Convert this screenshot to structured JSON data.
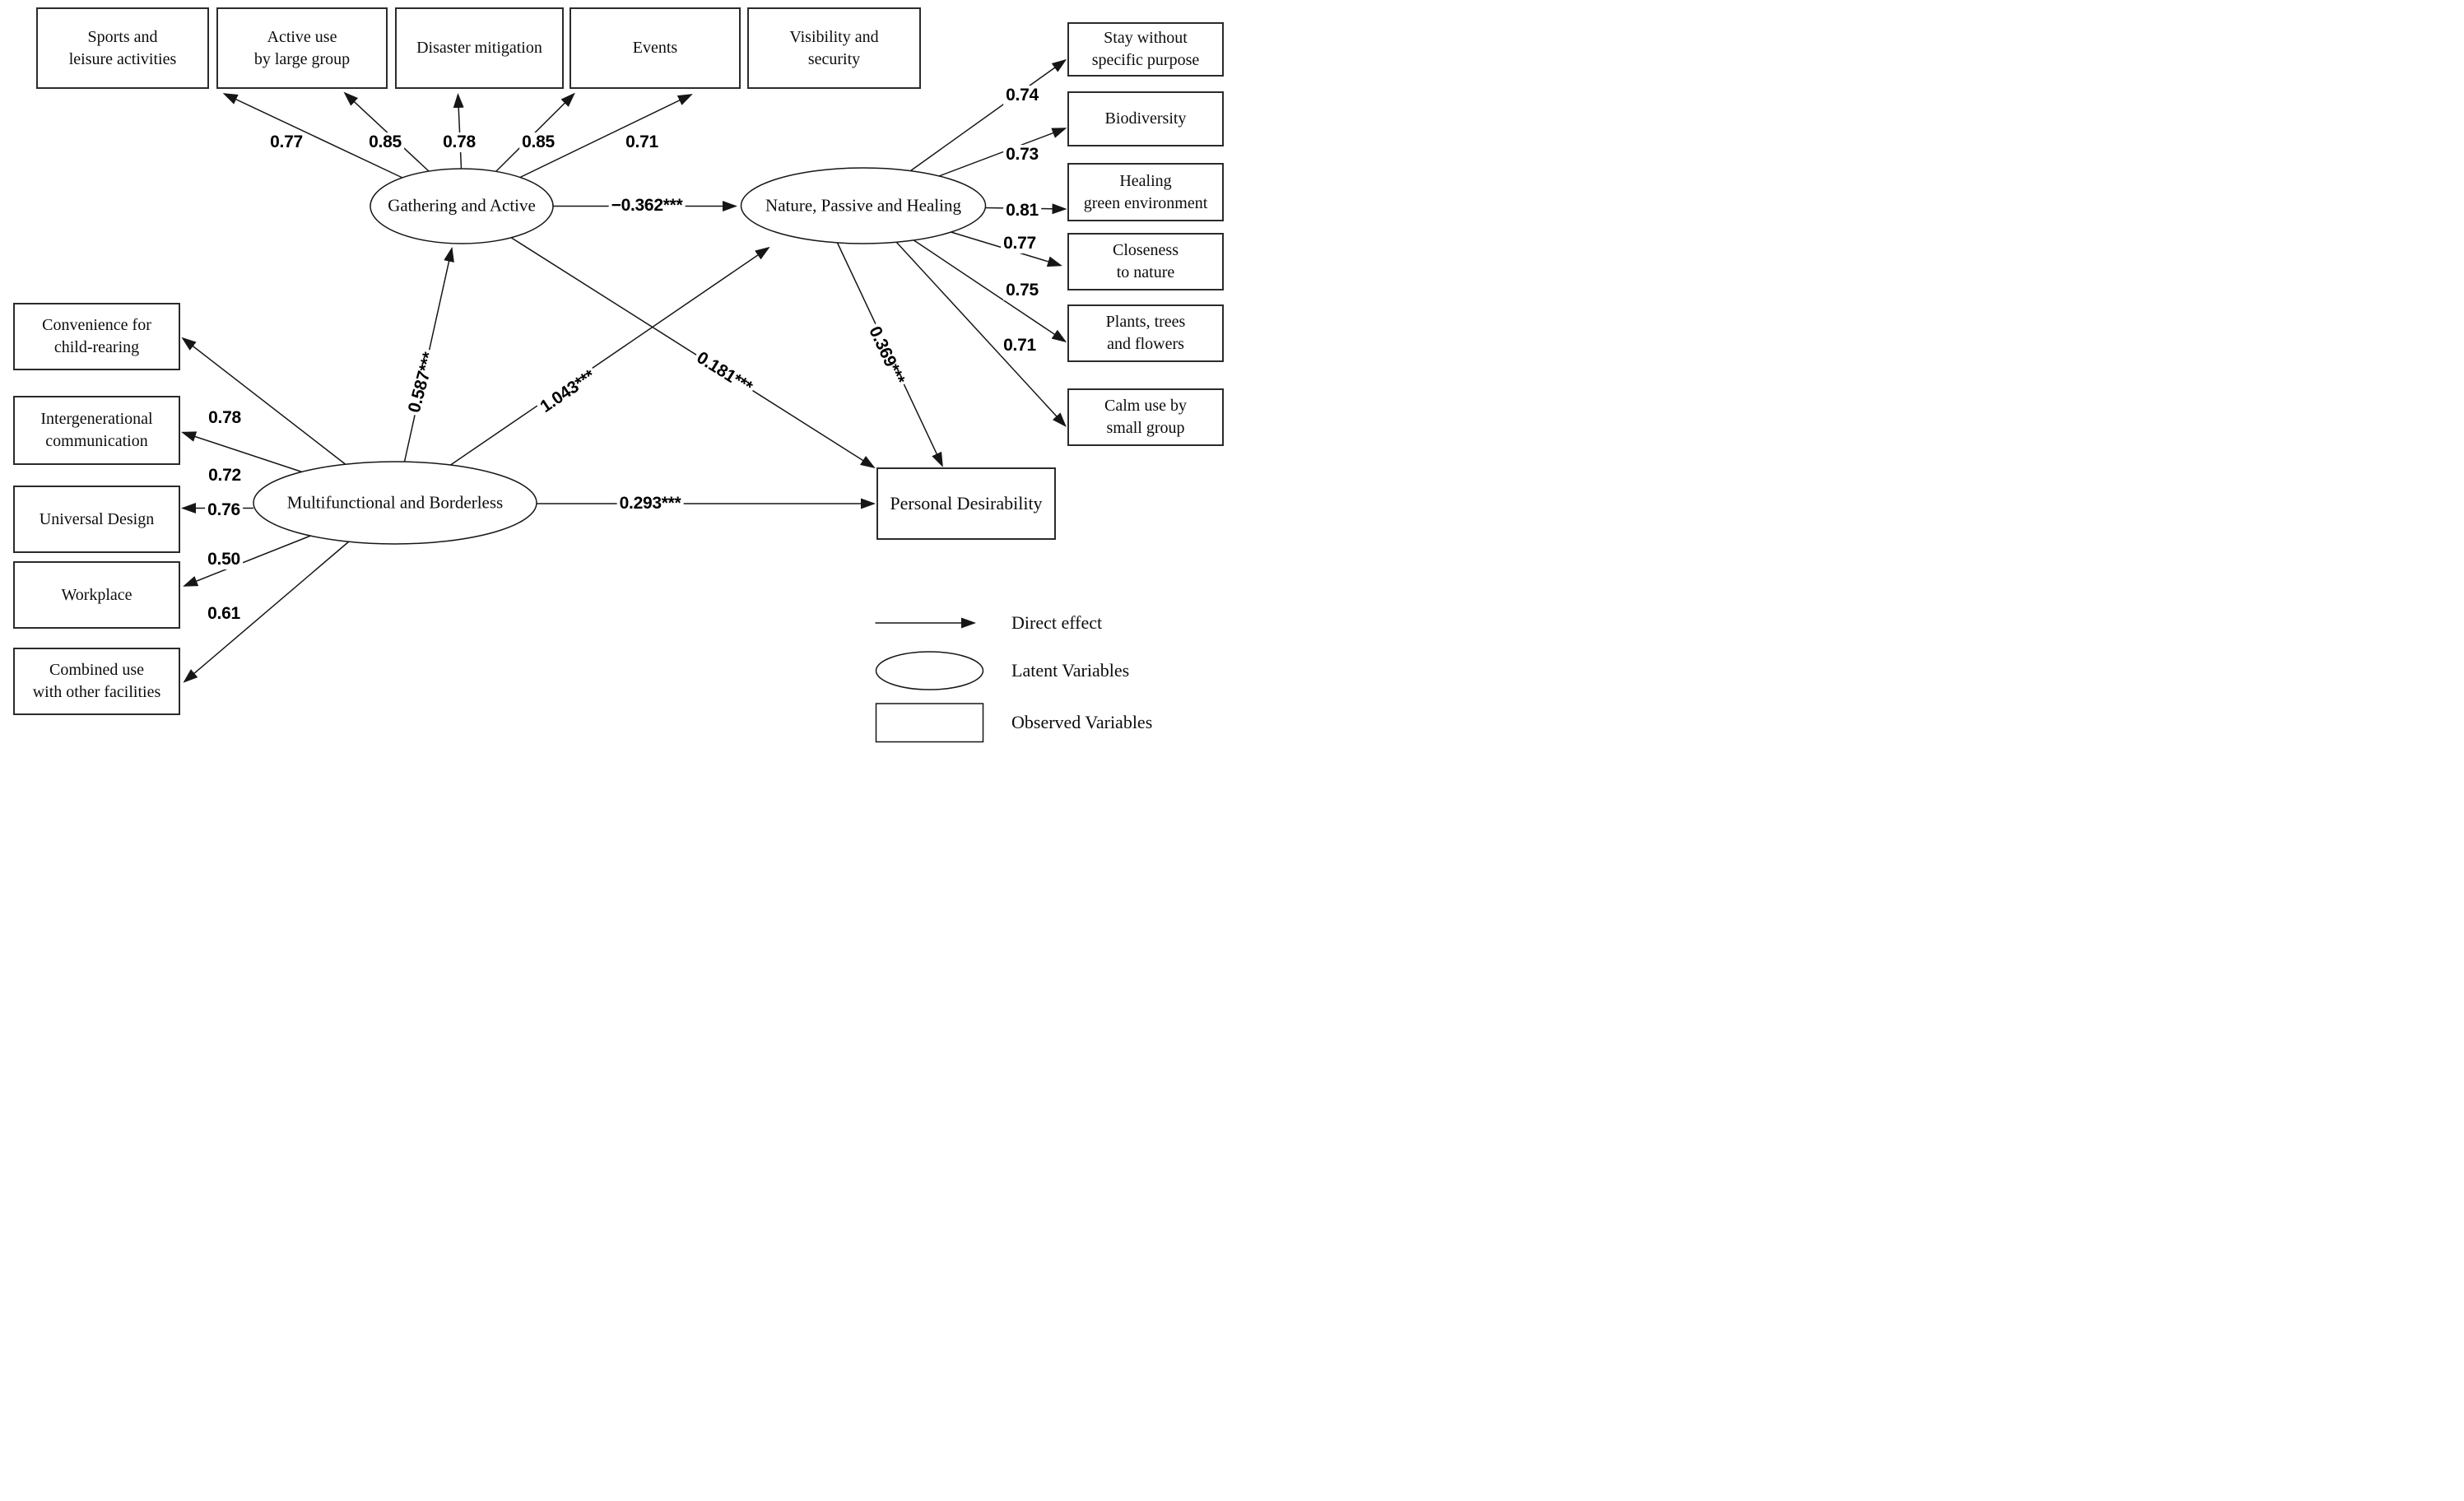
{
  "latent_variables": {
    "gathering": {
      "label": "Gathering and Active"
    },
    "nature": {
      "label": "Nature, Passive and Healing"
    },
    "multifunctional": {
      "label": "Multifunctional and Borderless"
    }
  },
  "observed_variables": {
    "top": [
      {
        "label": "Sports and\nleisure activities",
        "loading": "0.77"
      },
      {
        "label": "Active use\nby large group",
        "loading": "0.85"
      },
      {
        "label": "Disaster mitigation",
        "loading": "0.78"
      },
      {
        "label": "Events",
        "loading": "0.85"
      },
      {
        "label": "Visibility and\nsecurity",
        "loading": "0.71"
      }
    ],
    "right": [
      {
        "label": "Stay without\nspecific purpose",
        "loading": "0.74"
      },
      {
        "label": "Biodiversity",
        "loading": "0.73"
      },
      {
        "label": "Healing\ngreen environment",
        "loading": "0.81"
      },
      {
        "label": "Closeness\nto nature",
        "loading": "0.77"
      },
      {
        "label": "Plants, trees\nand flowers",
        "loading": "0.75"
      },
      {
        "label": "Calm use by\nsmall group",
        "loading": "0.71"
      }
    ],
    "left": [
      {
        "label": "Convenience for\nchild-rearing",
        "loading": "0.78"
      },
      {
        "label": "Intergenerational\ncommunication",
        "loading": "0.72"
      },
      {
        "label": "Universal Design",
        "loading": "0.76"
      },
      {
        "label": "Workplace",
        "loading": "0.50"
      },
      {
        "label": "Combined use\nwith other facilities",
        "loading": "0.61"
      }
    ],
    "outcome": {
      "label": "Personal Desirability"
    }
  },
  "path_coefficients": {
    "gathering_to_nature": "−0.362***",
    "multifunctional_to_gathering": "0.587***",
    "multifunctional_to_nature": "1.043***",
    "gathering_to_desirability": "0.181***",
    "nature_to_desirability": "0.369***",
    "multifunctional_to_desirability": "0.293***"
  },
  "legend": {
    "direct_effect": "Direct effect",
    "latent": "Latent Variables",
    "observed": "Observed Variables"
  }
}
